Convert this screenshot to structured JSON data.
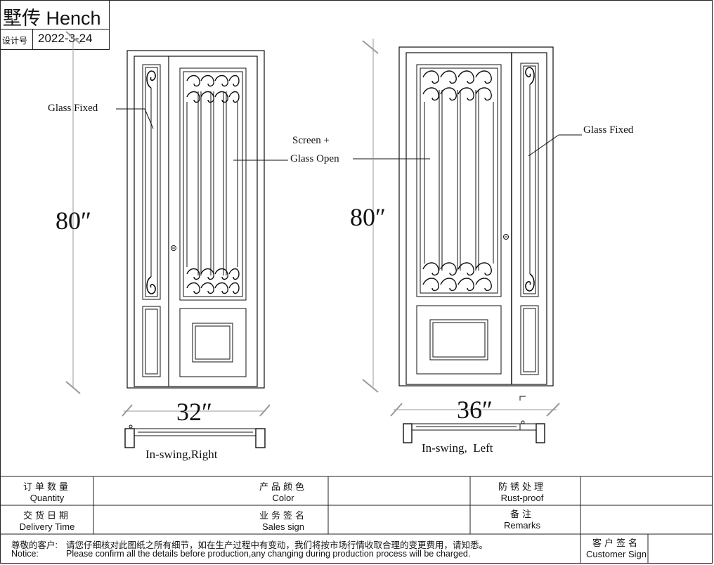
{
  "header": {
    "brand": "墅传 Hench",
    "design_no_label": "设计号",
    "date": "2022-3-24"
  },
  "door_left": {
    "height": "80″",
    "width": "32″",
    "swing": "In-swing,Right",
    "label_fixed": "Glass Fixed",
    "label_open_line1": "Screen +",
    "label_open_line2": "Glass Open"
  },
  "door_right": {
    "height": "80″",
    "width": "36″",
    "swing": "In-swing,  Left",
    "label_fixed": "Glass Fixed"
  },
  "table": {
    "quantity_cn": "订单数量",
    "quantity_en": "Quantity",
    "color_cn": "产品颜色",
    "color_en": "Color",
    "rust_cn": "防锈处理",
    "rust_en": "Rust-proof",
    "delivery_cn": "交货日期",
    "delivery_en": "Delivery Time",
    "sales_cn": "业务签名",
    "sales_en": "Sales sign",
    "remarks_cn": "备注",
    "remarks_en": "Remarks",
    "notice_cn_label": "尊敬的客户:",
    "notice_cn_text": "请您仔细核对此图纸之所有细节，如在生产过程中有变动，我们将按市场行情收取合理的变更费用，请知悉。",
    "notice_en_label": "Notice:",
    "notice_en_text": "Please confirm all the details before production,any changing during production process will be charged.",
    "customer_cn": "客户签名",
    "customer_en": "Customer Sign"
  }
}
